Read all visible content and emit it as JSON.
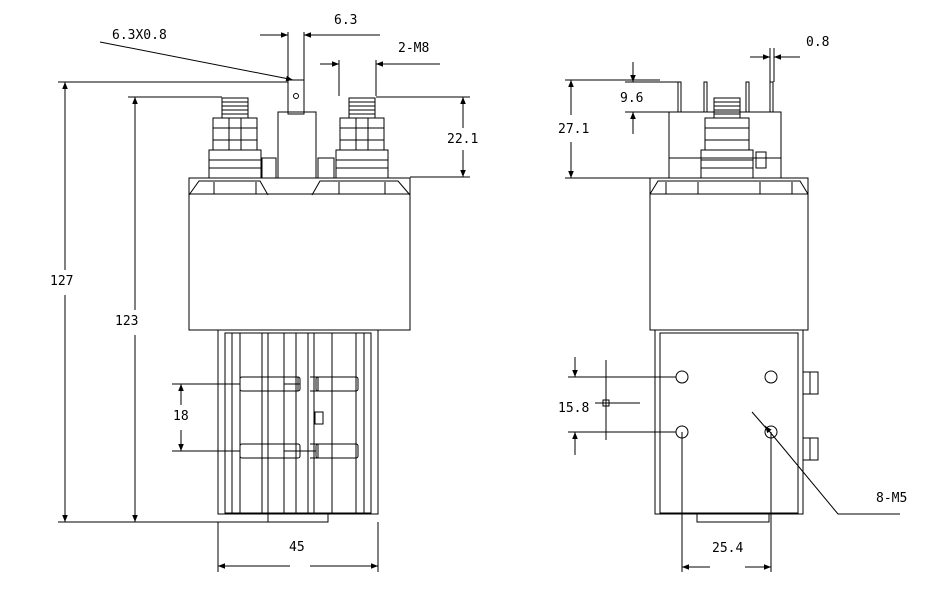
{
  "dimensions": {
    "pin_size": "6.3X0.8",
    "pin_width": "6.3",
    "stud_thread": "2-M8",
    "stud_height": "22.1",
    "overall_height": "127",
    "body_height": "123",
    "coil_pitch": "18",
    "base_width": "45",
    "pin_thickness": "0.8",
    "pin_height": "9.6",
    "terminal_height": "27.1",
    "hole_pitch_v": "15.8",
    "hole_pitch_h": "25.4",
    "mount_thread": "8-M5"
  }
}
